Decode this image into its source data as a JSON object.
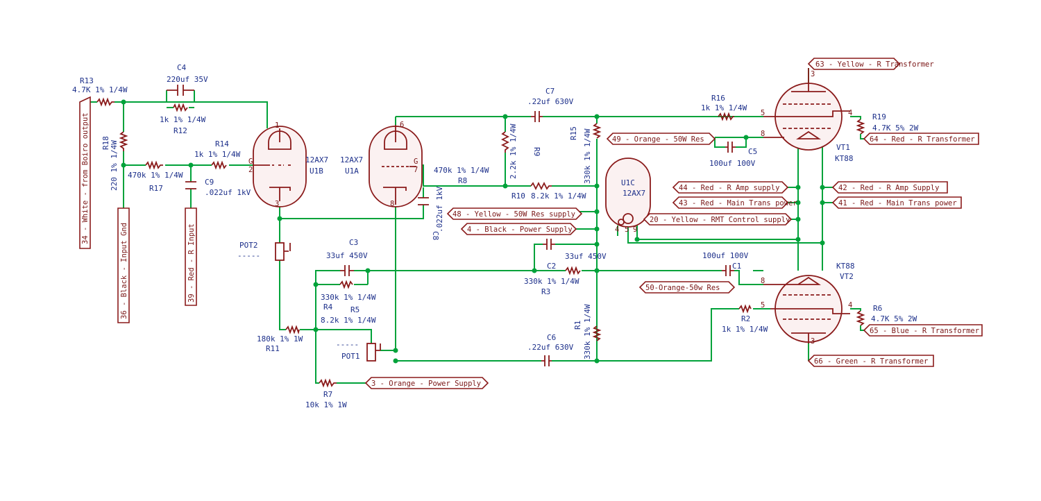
{
  "components": {
    "r13": {
      "ref": "R13",
      "value": "4.7K 1% 1/4W"
    },
    "c4": {
      "ref": "C4",
      "value": "220uf 35V"
    },
    "r12": {
      "ref": "R12",
      "value": "1k 1% 1/4W"
    },
    "r18": {
      "ref": "R18",
      "value": "220 1% 1/4W"
    },
    "r17": {
      "ref": "R17",
      "value": "470k 1% 1/4W"
    },
    "r14": {
      "ref": "R14",
      "value": "1k 1% 1/4W"
    },
    "c9": {
      "ref": "C9",
      "value": ".022uf 1kV"
    },
    "u1b": {
      "ref": "U1B",
      "value": "12AX7"
    },
    "u1a": {
      "ref": "U1A",
      "value": "12AX7"
    },
    "u1c": {
      "ref": "U1C",
      "value": "12AX7"
    },
    "c7": {
      "ref": "C7",
      "value": ".22uf 630V"
    },
    "r9": {
      "ref": "R9",
      "value": "2.2k 1% 1/4W"
    },
    "r8": {
      "ref": "R8",
      "value": "470k 1% 1/4W"
    },
    "r10": {
      "ref": "R10",
      "value": "8.2k 1% 1/4W"
    },
    "c8": {
      "ref": "C8",
      "value": ".022uf 1kV"
    },
    "r15": {
      "ref": "R15",
      "value": "330k 1% 1/4W"
    },
    "r16": {
      "ref": "R16",
      "value": "1k 1% 1/4W"
    },
    "c5": {
      "ref": "C5",
      "value": "100uf 100V"
    },
    "vt1": {
      "ref": "VT1",
      "value": "KT88"
    },
    "r19": {
      "ref": "R19",
      "value": "4.7K 5% 2W"
    },
    "pot2": {
      "ref": "POT2",
      "value": "-----"
    },
    "c3": {
      "ref": "C3",
      "value": "33uf 450V"
    },
    "r4": {
      "ref": "R4",
      "value": "330k 1% 1/4W"
    },
    "r5": {
      "ref": "R5",
      "value": "8.2k 1% 1/4W"
    },
    "pot1": {
      "ref": "POT1",
      "value": "-----"
    },
    "r11": {
      "ref": "R11",
      "value": "180k 1% 1W"
    },
    "r7": {
      "ref": "R7",
      "value": "10k 1% 1W"
    },
    "c2": {
      "ref": "C2",
      "value": "33uf 450V"
    },
    "r3": {
      "ref": "R3",
      "value": "330k 1% 1/4W"
    },
    "r1": {
      "ref": "R1",
      "value": "330k 1% 1/4W"
    },
    "c6": {
      "ref": "C6",
      "value": ".22uf 630V"
    },
    "c1": {
      "ref": "C1",
      "value": "100uf 100V"
    },
    "vt2": {
      "ref": "VT2",
      "value": "KT88"
    },
    "r2": {
      "ref": "R2",
      "value": "1k 1% 1/4W"
    },
    "r6": {
      "ref": "R6",
      "value": "4.7K 5% 2W"
    }
  },
  "pins": {
    "u1b_grid": "2",
    "u1b_plate": "1",
    "u1b_cathode": "3",
    "u1a_grid": "7",
    "u1a_plate": "6",
    "u1a_cathode": "8",
    "u1c_a": "4",
    "u1c_b": "5",
    "u1c_c": "9",
    "vt1_grid": "5",
    "vt1_g2": "4",
    "vt1_plate": "3",
    "vt1_k": "8",
    "vt2_grid": "5",
    "vt2_g2": "4",
    "vt2_plate": "3",
    "vt2_k": "8",
    "grid_letter": "G"
  },
  "connectors": {
    "in_white": "34 - White - from Boiro output",
    "in_black": "36 - Black - Input Gnd",
    "in_red": "39 - Red - R Input",
    "p48": "48 - Yellow - 50W Res supply",
    "p4": "4 - Black - Power Supply",
    "p3": "3 - Orange - Power Supply",
    "p49": "49 - Orange - 50W Res",
    "p44": "44 - Red - R Amp supply",
    "p43": "43 - Red - Main Trans power",
    "p20": "20 - Yellow - RMT Control supply",
    "p50": "50-Orange-50w Res",
    "p63": "63 - Yellow - R Transformer",
    "p64": "64 - Red - R Transformer",
    "p42": "42 - Red - R Amp Supply",
    "p41": "41 - Red - Main Trans power",
    "p65": "65 - Blue - R Transformer",
    "p66": "66 - Green - R Transformer"
  }
}
